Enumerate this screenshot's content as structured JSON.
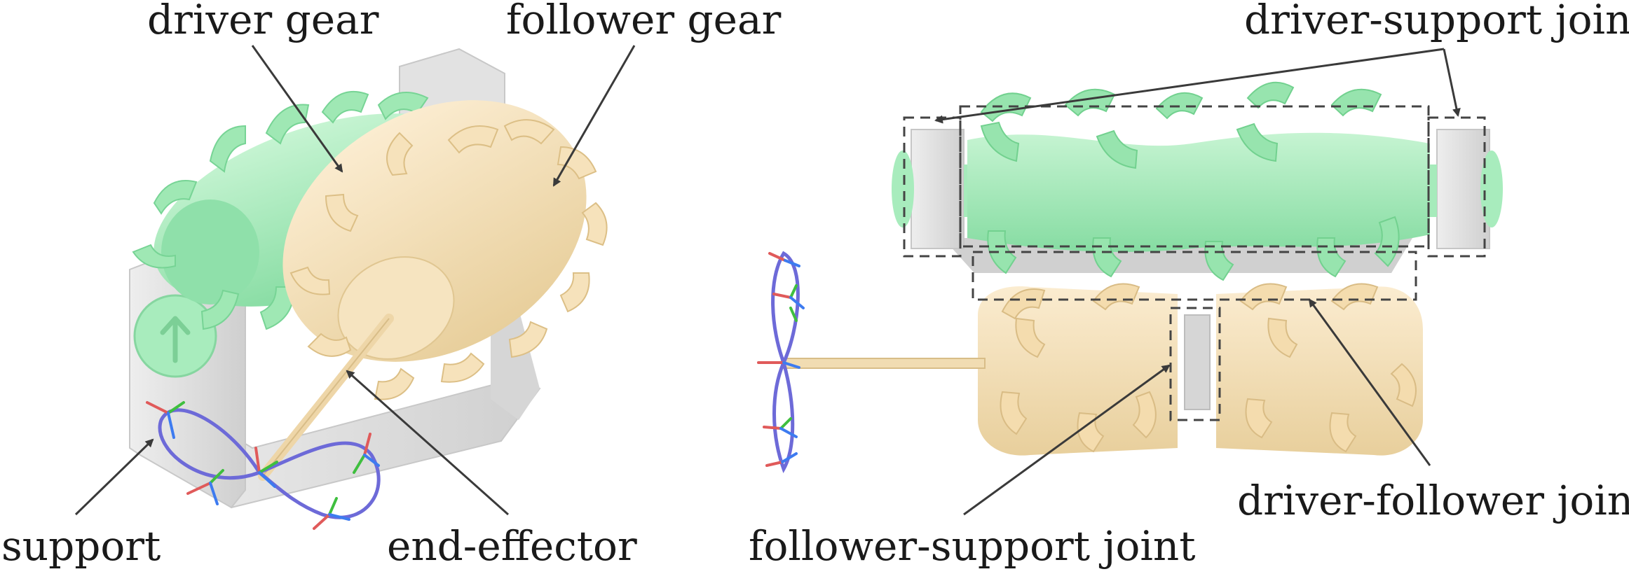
{
  "labels": {
    "driver_gear": "driver gear",
    "follower_gear": "follower gear",
    "support": "support",
    "end_effector": "end-effector",
    "driver_support_joint": "driver-support joint",
    "driver_follower_joint": "driver-follower joint",
    "follower_support_joint": "follower-support joint"
  },
  "colors": {
    "driver": "#9fe8b4",
    "driver_dark": "#6fd08f",
    "follower": "#f3dcb0",
    "follower_dark": "#dcbf86",
    "support": "#dedede",
    "support_dark": "#bdbdbd",
    "trajectory": "#6d6ad8",
    "leader": "#3a3a3a"
  }
}
